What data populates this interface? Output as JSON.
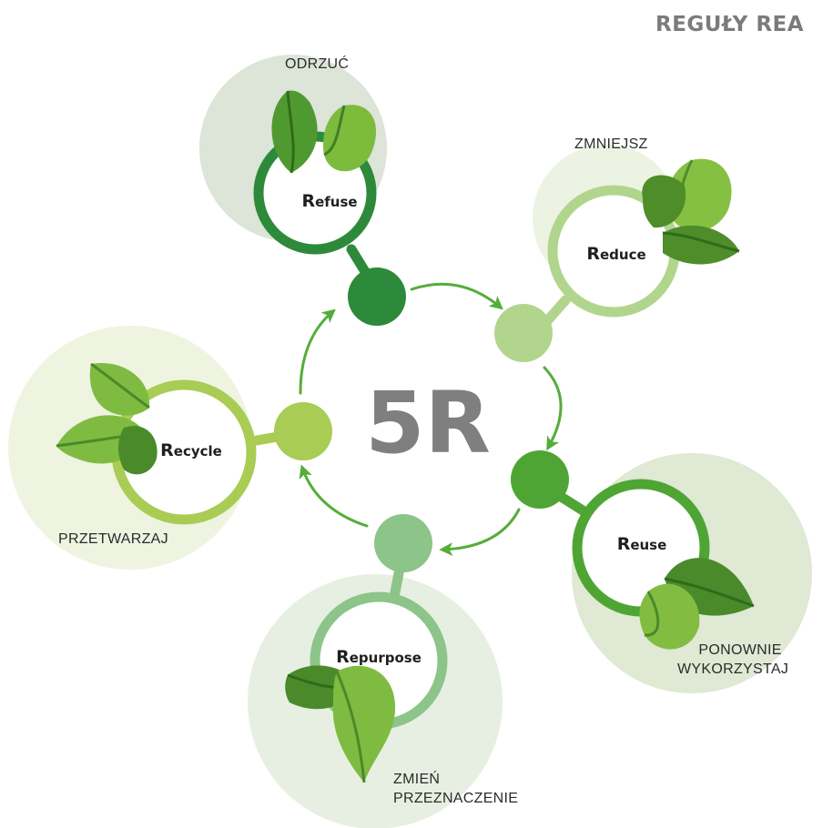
{
  "title": "REGUŁY REA",
  "center_label": "5R",
  "nodes": [
    {
      "id": "refuse",
      "english_initial": "R",
      "english_rest": "efuse",
      "polish": [
        "ODRZUĆ"
      ],
      "color": "#2d8a3a",
      "bg": "#dde4d8",
      "leaf_a": "#4f9a30",
      "leaf_b": "#7cbb3c"
    },
    {
      "id": "reduce",
      "english_initial": "R",
      "english_rest": "educe",
      "polish": [
        "ZMNIEJSZ"
      ],
      "color": "#b2d58e",
      "bg": "#edf3e2",
      "leaf_a": "#4f8d2b",
      "leaf_b": "#86c043"
    },
    {
      "id": "reuse",
      "english_initial": "R",
      "english_rest": "euse",
      "polish": [
        "PONOWNIE",
        "WYKORZYSTAJ"
      ],
      "color": "#4fa534",
      "bg": "#dfe9d3",
      "leaf_a": "#4a8a2a",
      "leaf_b": "#82bd42"
    },
    {
      "id": "repurpose",
      "english_initial": "R",
      "english_rest": "epurpose",
      "polish": [
        "ZMIEŃ",
        "PRZEZNACZENIE"
      ],
      "color": "#8cc48a",
      "bg": "#e7efe2",
      "leaf_a": "#4a8a2a",
      "leaf_b": "#7fbb40"
    },
    {
      "id": "recycle",
      "english_initial": "R",
      "english_rest": "ecycle",
      "polish": [
        "PRZETWARZAJ"
      ],
      "color": "#a9cc55",
      "bg": "#eef4e0",
      "leaf_a": "#4a8a2a",
      "leaf_b": "#7fbb40"
    }
  ],
  "colors": {
    "arrow": "#55ad3a",
    "title": "#7b7b7b",
    "center_text": "#7f7f7f"
  }
}
